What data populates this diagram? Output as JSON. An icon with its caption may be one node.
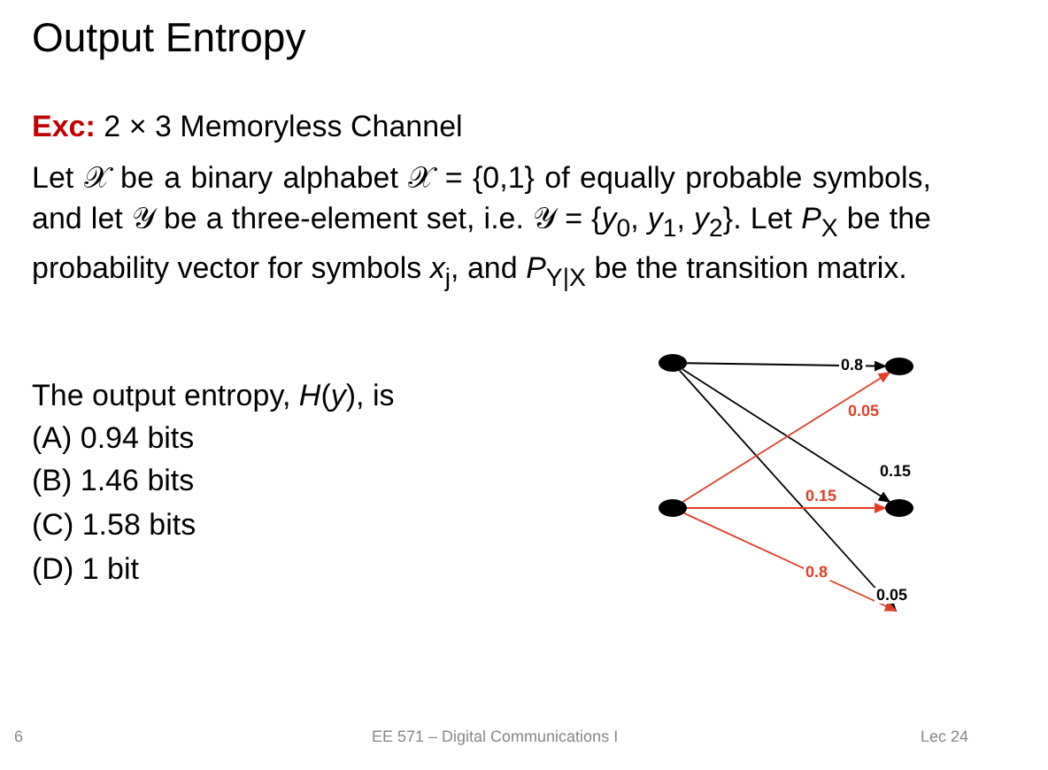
{
  "diagram": {
    "title": "Output Entropy",
    "nodes": [
      {
        "text": [],
        "shape": "ellipse"
      },
      {
        "text": [],
        "shape": "ellipse"
      },
      {
        "text": [],
        "shape": "ellipse"
      },
      {
        "text": [],
        "shape": "ellipse"
      }
    ],
    "edges": [
      {
        "from": 0,
        "to": 2,
        "arrow": "to",
        "label": "0.8"
      },
      {
        "from": 0,
        "to": 3,
        "arrow": "to",
        "label": "0.15"
      },
      {
        "from": 0,
        "to": null,
        "arrow": "to",
        "label": "0.05"
      },
      {
        "from": 1,
        "to": 2,
        "arrow": "to",
        "label": "0.05",
        "color": "#e0402a"
      },
      {
        "from": 1,
        "to": 3,
        "arrow": "to",
        "label": "0.15",
        "color": "#e0402a"
      },
      {
        "from": 1,
        "to": null,
        "arrow": "to",
        "label": "0.8",
        "color": "#e0402a"
      }
    ],
    "labels": [
      "**Exc:** 2 × 3 Memoryless Channel",
      "Let 𝒳 be a binary alphabet 𝒳 = {0,1} of equally probable symbols, and let 𝒴 be a three-element set, i.e. 𝒴 = {*y*$_{0}$, *y*$_{1}$, *y*$_{2}$}. Let *P*$_{X}$ be the probability vector for symbols *x*$_{j}$, and *P*$_{Y|X}$ be the transition matrix.",
      "The output entropy, *H*(*y*), is",
      "(A) 0.94 bits",
      "(B) 1.46 bits",
      "(C) 1.58 bits",
      "(D) 1 bit",
      "6",
      "EE 571 – Digital Communications I",
      "Lec 24"
    ]
  }
}
